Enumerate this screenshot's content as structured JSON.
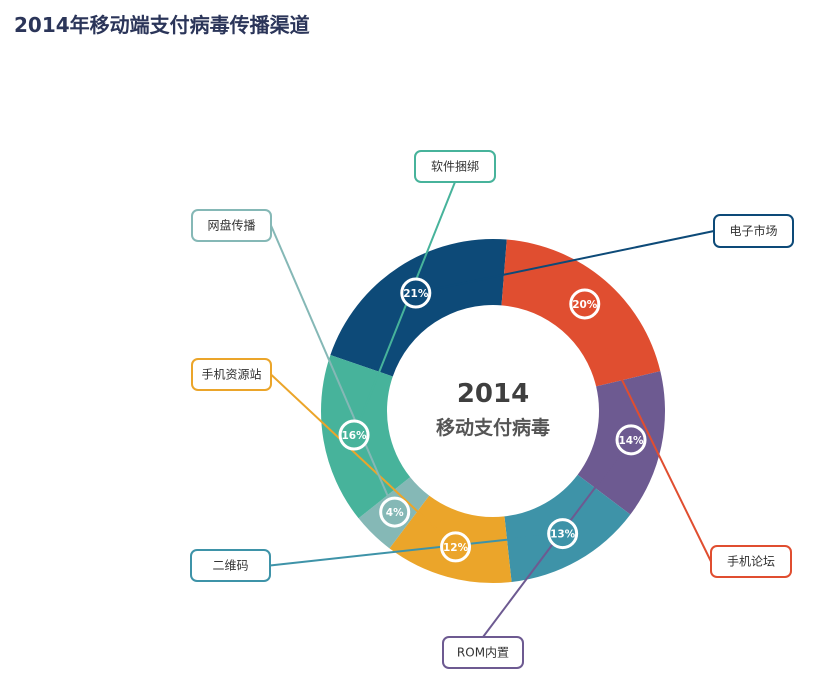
{
  "page": {
    "title": "2014年移动端支付病毒传播渠道"
  },
  "chart_data": {
    "type": "pie",
    "title": "2014年移动端支付病毒传播渠道",
    "center_label": {
      "line1": "2014",
      "line2": "移动支付病毒"
    },
    "slices": [
      {
        "label": "电子市场",
        "value": 21,
        "value_label": "21%",
        "color": "#0d4a78",
        "label_side": "right"
      },
      {
        "label": "手机论坛",
        "value": 20,
        "value_label": "20%",
        "color": "#e04e30",
        "label_side": "right"
      },
      {
        "label": "ROM内置",
        "value": 14,
        "value_label": "14%",
        "color": "#6d5a91",
        "label_side": "bottom"
      },
      {
        "label": "二维码",
        "value": 13,
        "value_label": "13%",
        "color": "#3e93a8",
        "label_side": "left"
      },
      {
        "label": "手机资源站",
        "value": 12,
        "value_label": "12%",
        "color": "#eba52a",
        "label_side": "left"
      },
      {
        "label": "网盘传播",
        "value": 4,
        "value_label": "4%",
        "color": "#85b8b6",
        "label_side": "left"
      },
      {
        "label": "软件捆绑",
        "value": 16,
        "value_label": "16%",
        "color": "#47b39b",
        "label_side": "top"
      }
    ]
  }
}
